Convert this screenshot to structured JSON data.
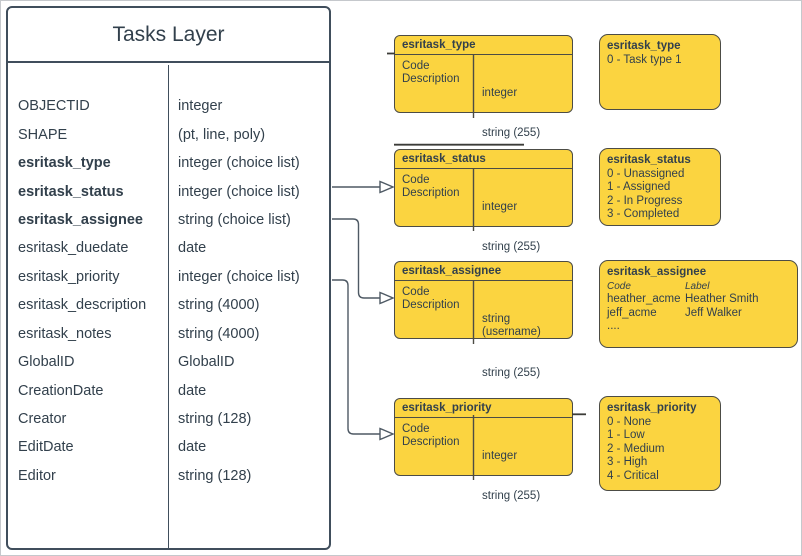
{
  "main_table": {
    "title": "Tasks Layer",
    "fields": [
      {
        "name": "OBJECTID",
        "type": "integer"
      },
      {
        "name": "SHAPE",
        "type": "(pt, line, poly)"
      },
      {
        "name": "esritask_type",
        "type": "integer (choice list)"
      },
      {
        "name": "esritask_status",
        "type": "integer (choice list)"
      },
      {
        "name": "esritask_assignee",
        "type": "string (choice list)"
      },
      {
        "name": "esritask_duedate",
        "type": "date"
      },
      {
        "name": "esritask_priority",
        "type": "integer (choice list)"
      },
      {
        "name": "esritask_description",
        "type": "string (4000)"
      },
      {
        "name": "esritask_notes",
        "type": "string (4000)"
      },
      {
        "name": "GlobalID",
        "type": "GlobalID"
      },
      {
        "name": "CreationDate",
        "type": "date"
      },
      {
        "name": "Creator",
        "type": "string (128)"
      },
      {
        "name": "EditDate",
        "type": "date"
      },
      {
        "name": "Editor",
        "type": "string (128)"
      }
    ]
  },
  "domain_tables": [
    {
      "title": "esritask_type",
      "code_label": "Code",
      "description_label": "Description",
      "code_type": "integer",
      "description_type": "string (255)"
    },
    {
      "title": "esritask_status",
      "code_label": "Code",
      "description_label": "Description",
      "code_type": "integer",
      "description_type": "string (255)"
    },
    {
      "title": "esritask_assignee",
      "code_label": "Code",
      "description_label": "Description",
      "code_type": "string  (username)",
      "description_type": "string (255)"
    },
    {
      "title": "esritask_priority",
      "code_label": "Code",
      "description_label": "Description",
      "code_type": "integer",
      "description_type": "string (255)"
    }
  ],
  "notes": [
    {
      "title": "esritask_type",
      "lines": [
        "0 - Task type 1"
      ]
    },
    {
      "title": "esritask_status",
      "lines": [
        "0 - Unassigned",
        "1 - Assigned",
        "2 - In Progress",
        "3 - Completed"
      ]
    },
    {
      "title": "esritask_assignee",
      "code_header": "Code",
      "label_header": "Label",
      "entries": [
        {
          "code": "heather_acme",
          "label": "Heather Smith"
        },
        {
          "code": "jeff_acme",
          "label": "Jeff Walker"
        }
      ],
      "ellipsis": "...."
    },
    {
      "title": "esritask_priority",
      "lines": [
        "0 - None",
        "1 - Low",
        "2 - Medium",
        "3 - High",
        "4 - Critical"
      ]
    }
  ],
  "colors": {
    "shape_fill": "#FBD440",
    "shape_stroke": "#4C4C45",
    "text": "#32404C",
    "main_stroke": "#404E5C",
    "connector": "#4E5964"
  }
}
